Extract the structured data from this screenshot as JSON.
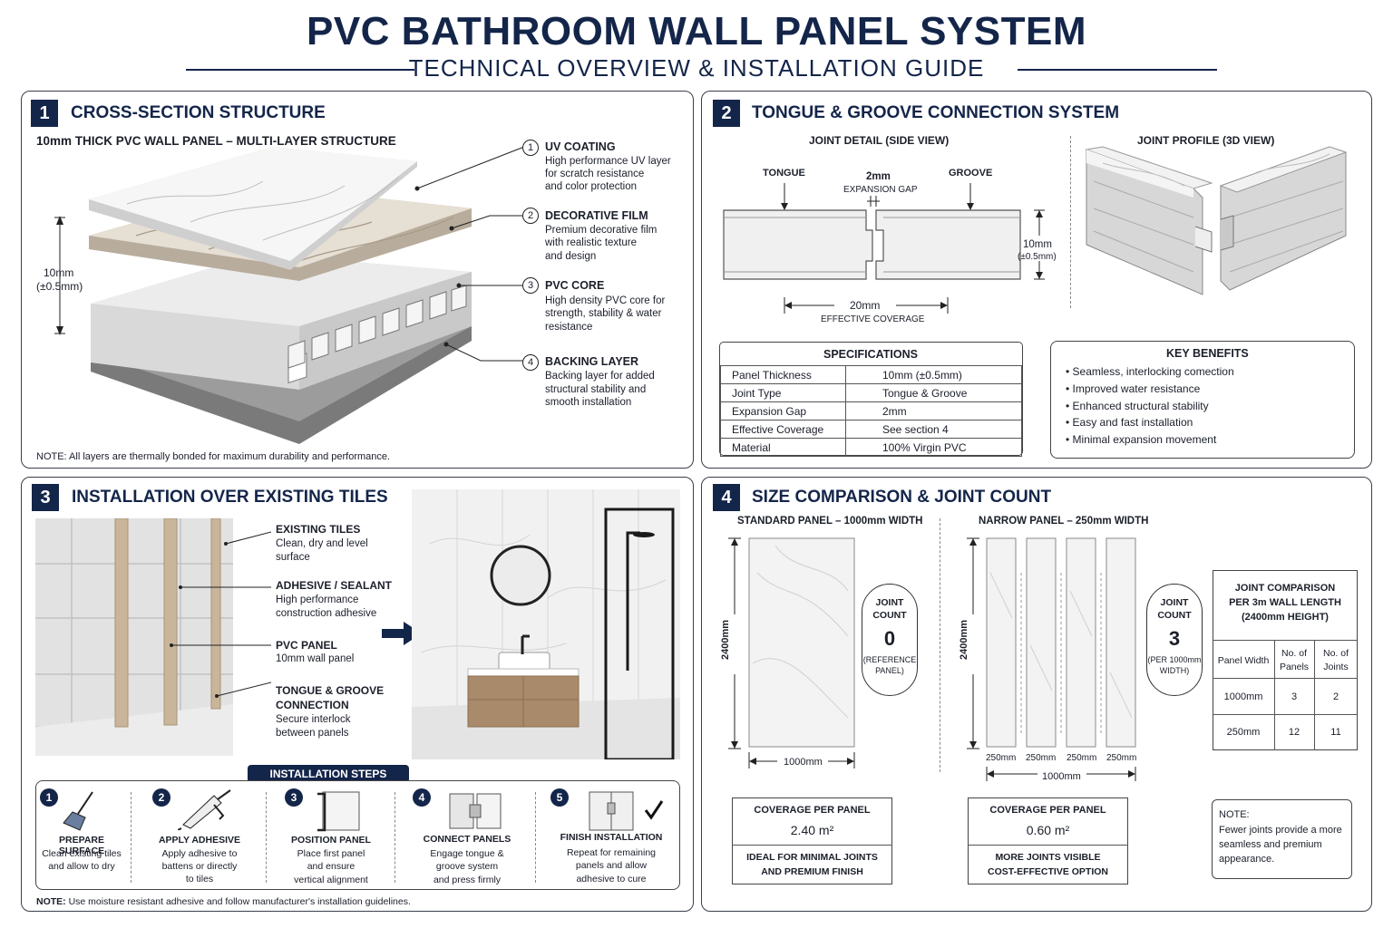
{
  "header": {
    "title": "PVC BATHROOM WALL PANEL SYSTEM",
    "subtitle": "TECHNICAL OVERVIEW & INSTALLATION GUIDE"
  },
  "colors": {
    "navy": "#14254a",
    "wood": "#c9b59a",
    "marble": "#efefef"
  },
  "s1": {
    "num": "1",
    "title": "CROSS-SECTION STRUCTURE",
    "subtitle": "10mm THICK PVC WALL PANEL – MULTI-LAYER STRUCTURE",
    "thickness": "10mm",
    "tolerance": "(±0.5mm)",
    "layers": [
      {
        "num": "1",
        "name": "UV COATING",
        "desc": [
          "High performance UV layer",
          "for scratch resistance",
          "and color protection"
        ]
      },
      {
        "num": "2",
        "name": "DECORATIVE FILM",
        "desc": [
          "Premium decorative film",
          "with realistic texture",
          "and design"
        ]
      },
      {
        "num": "3",
        "name": "PVC CORE",
        "desc": [
          "High density PVC core for",
          "strength, stability & water",
          "resistance"
        ]
      },
      {
        "num": "4",
        "name": "BACKING LAYER",
        "desc": [
          "Backing layer for added",
          "structural stability and",
          "smooth installation"
        ]
      }
    ],
    "note": "NOTE: All layers are thermally bonded for maximum durability and performance."
  },
  "s2": {
    "num": "2",
    "title": "TONGUE & GROOVE CONNECTION SYSTEM",
    "side_title": "JOINT DETAIL (SIDE VIEW)",
    "profile_title": "JOINT PROFILE (3D VIEW)",
    "tongue": "TONGUE",
    "groove": "GROOVE",
    "gap": "2mm",
    "gap_label": "EXPANSION GAP",
    "thick": "10mm",
    "thick_tol": "(±0.5mm)",
    "coverage": "20mm",
    "coverage_label": "EFFECTIVE COVERAGE",
    "spec_title": "SPECIFICATIONS",
    "specs": [
      [
        "Panel Thickness",
        "10mm (±0.5mm)"
      ],
      [
        "Joint Type",
        "Tongue & Groove"
      ],
      [
        "Expansion Gap",
        "2mm"
      ],
      [
        "Effective Coverage",
        "See section 4"
      ],
      [
        "Material",
        "100% Virgin PVC"
      ]
    ],
    "benefits_title": "KEY BENEFITS",
    "benefits": [
      "Seamless, interlocking comection",
      "Improved water resistance",
      "Enhanced structural stability",
      "Easy and fast installation",
      "Minimal expansion movement"
    ]
  },
  "s3": {
    "num": "3",
    "title": "INSTALLATION OVER EXISTING TILES",
    "labels": [
      {
        "name": "EXISTING TILES",
        "desc": [
          "Clean, dry and level",
          "surface"
        ]
      },
      {
        "name": "ADHESIVE / SEALANT",
        "desc": [
          "High performance",
          "construction adhesive"
        ]
      },
      {
        "name": "PVC PANEL",
        "desc": [
          "10mm wall panel"
        ]
      },
      {
        "name": "TONGUE & GROOVE",
        "name2": "CONNECTION",
        "desc": [
          "Secure interlock",
          "between panels"
        ]
      }
    ],
    "steps_title": "INSTALLATION STEPS",
    "steps": [
      {
        "num": "1",
        "name": "PREPARE SURFACE",
        "desc": [
          "Clean existing tiles",
          "and allow to dry"
        ]
      },
      {
        "num": "2",
        "name": "APPLY ADHESIVE",
        "desc": [
          "Apply adhesive to",
          "battens or directly",
          "to tiles"
        ]
      },
      {
        "num": "3",
        "name": "POSITION PANEL",
        "desc": [
          "Place first panel",
          "and ensure",
          "vertical alignment"
        ]
      },
      {
        "num": "4",
        "name": "CONNECT PANELS",
        "desc": [
          "Engage tongue &",
          "groove system",
          "and press firmly"
        ]
      },
      {
        "num": "5",
        "name": "FINISH INSTALLATION",
        "desc": [
          "Repeat for remaining",
          "panels and allow",
          "adhesive to cure"
        ]
      }
    ],
    "note_bold": "NOTE:",
    "note": " Use moisture resistant adhesive and follow manufacturer's installation guidelines."
  },
  "s4": {
    "num": "4",
    "title": "SIZE COMPARISON & JOINT COUNT",
    "std_title": "STANDARD PANEL – 1000mm WIDTH",
    "narrow_title": "NARROW PANEL – 250mm WIDTH",
    "height": "2400mm",
    "std_width": "1000mm",
    "narrow_widths": [
      "250mm",
      "250mm",
      "250mm",
      "250mm"
    ],
    "narrow_total": "1000mm",
    "std_joint": {
      "l1": "JOINT",
      "l2": "COUNT",
      "value": "0",
      "n1": "(REFERENCE",
      "n2": "PANEL)"
    },
    "narrow_joint": {
      "l1": "JOINT",
      "l2": "COUNT",
      "value": "3",
      "n1": "(PER 1000mm",
      "n2": "WIDTH)"
    },
    "std_cov": {
      "title": "COVERAGE PER PANEL",
      "value": "2.40 m²",
      "l1": "IDEAL FOR MINIMAL JOINTS",
      "l2": "AND PREMIUM FINISH"
    },
    "narrow_cov": {
      "title": "COVERAGE PER PANEL",
      "value": "0.60 m²",
      "l1": "MORE JOINTS VISIBLE",
      "l2": "COST-EFFECTIVE OPTION"
    },
    "cmp_title": [
      "JOINT COMPARISON",
      "PER 3m WALL LENGTH",
      "(2400mm HEIGHT)"
    ],
    "cmp_head": [
      "Panel Width",
      "No. of Panels",
      "No. of Joints"
    ],
    "cmp_rows": [
      [
        "1000mm",
        "3",
        "2"
      ],
      [
        "250mm",
        "12",
        "11"
      ]
    ],
    "note_title": "NOTE:",
    "note": [
      "Fewer joints provide a more",
      "seamless and premium",
      "appearance."
    ]
  }
}
